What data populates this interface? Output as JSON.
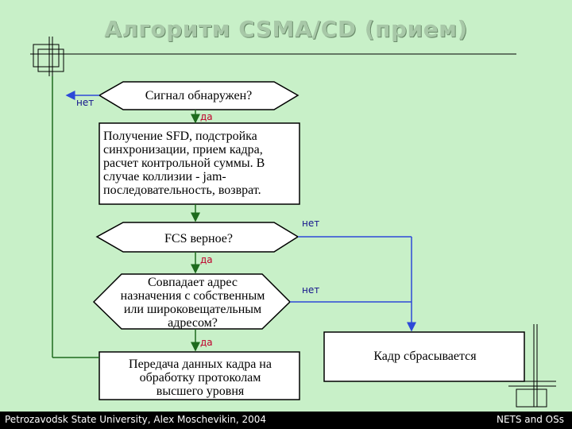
{
  "title": "Алгоритм CSMA/CD (прием)",
  "nodes": {
    "signal_detected": "Сигнал обнаружен?",
    "receive_block": [
      "Получение SFD, подстройка",
      "синхронизации, прием кадра,",
      "расчет контрольной суммы. В",
      "случае коллизии - jam-",
      "последовательность, возврат."
    ],
    "fcs_check": "FCS верное?",
    "address_match": [
      "Совпадает адрес",
      "назначения с собственным",
      "или широковещательным",
      "адресом?"
    ],
    "pass_up": [
      "Передача данных кадра на",
      "обработку протоколам",
      "высшего уровня"
    ],
    "discard": "Кадр сбрасывается"
  },
  "labels": {
    "no_1": "нет",
    "yes_1": "да",
    "no_2": "нет",
    "yes_2": "да",
    "no_3": "нет",
    "yes_3": "да"
  },
  "colors": {
    "background": "#c8f0c8",
    "title": "#a8c8a8",
    "arrow_blue": "#2d49d8",
    "arrow_green": "#1d6b1d",
    "label_no": "#14148c",
    "label_yes": "#c0002c"
  },
  "footer": {
    "left": "Petrozavodsk State University, Alex Moschevikin, 2004",
    "right": "NETS and OSs"
  }
}
